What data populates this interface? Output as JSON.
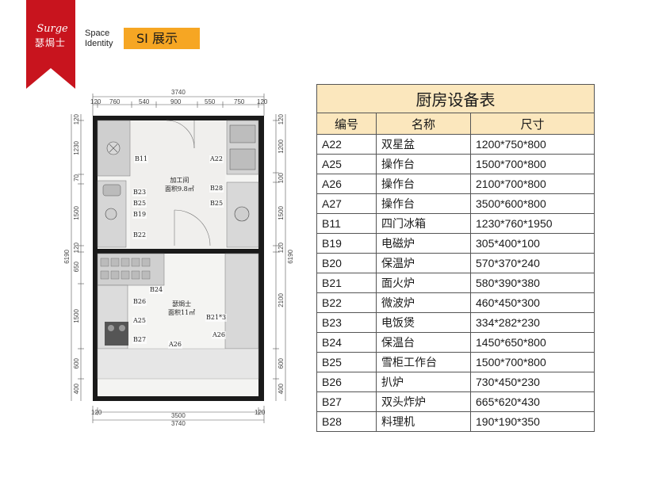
{
  "brand": {
    "script": "Surge",
    "chinese": "瑟焗士",
    "space_identity_line1": "Space",
    "space_identity_line2": "Identity",
    "section_tag": "SI 展示",
    "ribbon_color": "#c8141e",
    "tag_color": "#f6a623"
  },
  "plan": {
    "top_total": "3740",
    "top_segments": [
      "120",
      "760",
      "540",
      "900",
      "550",
      "750",
      "120"
    ],
    "bottom_inner": "3500",
    "bottom_total": "3740",
    "bottom_left_end": "120",
    "bottom_right_end": "120",
    "left_segments": [
      "120",
      "1230",
      "70",
      "1500",
      "120",
      "650",
      "1500",
      "600",
      "400"
    ],
    "left_total": "6190",
    "right_segments": [
      "120",
      "1200",
      "100",
      "1500",
      "120",
      "2100",
      "600",
      "400"
    ],
    "right_total": "6190",
    "room_upper_name": "加工间",
    "room_upper_area": "面积9.8㎡",
    "room_lower_name": "瑟焗士",
    "room_lower_area": "面积11㎡",
    "labels": {
      "b11": "B11",
      "a22": "A22",
      "b23": "B23",
      "b25_left": "B25",
      "b19": "B19",
      "b22": "B22",
      "b28": "B28",
      "b25_mid": "B25",
      "b24": "B24",
      "b26": "B26",
      "a25": "A25",
      "b27": "B27",
      "a26_bottom": "A26",
      "b21": "B21*3",
      "a26_right": "A26"
    }
  },
  "table": {
    "title": "厨房设备表",
    "headers": [
      "编号",
      "名称",
      "尺寸"
    ],
    "rows": [
      {
        "code": "A22",
        "name": "双星盆",
        "size": "1200*750*800"
      },
      {
        "code": "A25",
        "name": "操作台",
        "size": "1500*700*800"
      },
      {
        "code": "A26",
        "name": "操作台",
        "size": "2100*700*800"
      },
      {
        "code": "A27",
        "name": "操作台",
        "size": "3500*600*800"
      },
      {
        "code": "B11",
        "name": "四门冰箱",
        "size": "1230*760*1950"
      },
      {
        "code": "B19",
        "name": "电磁炉",
        "size": "305*400*100"
      },
      {
        "code": "B20",
        "name": "保温炉",
        "size": "570*370*240"
      },
      {
        "code": "B21",
        "name": "面火炉",
        "size": "580*390*380"
      },
      {
        "code": "B22",
        "name": "微波炉",
        "size": "460*450*300"
      },
      {
        "code": "B23",
        "name": "电饭煲",
        "size": "334*282*230"
      },
      {
        "code": "B24",
        "name": "保温台",
        "size": "1450*650*800"
      },
      {
        "code": "B25",
        "name": "雪柜工作台",
        "size": "1500*700*800"
      },
      {
        "code": "B26",
        "name": "扒炉",
        "size": "730*450*230"
      },
      {
        "code": "B27",
        "name": "双头炸炉",
        "size": "665*620*430"
      },
      {
        "code": "B28",
        "name": "料理机",
        "size": "190*190*350"
      }
    ]
  }
}
